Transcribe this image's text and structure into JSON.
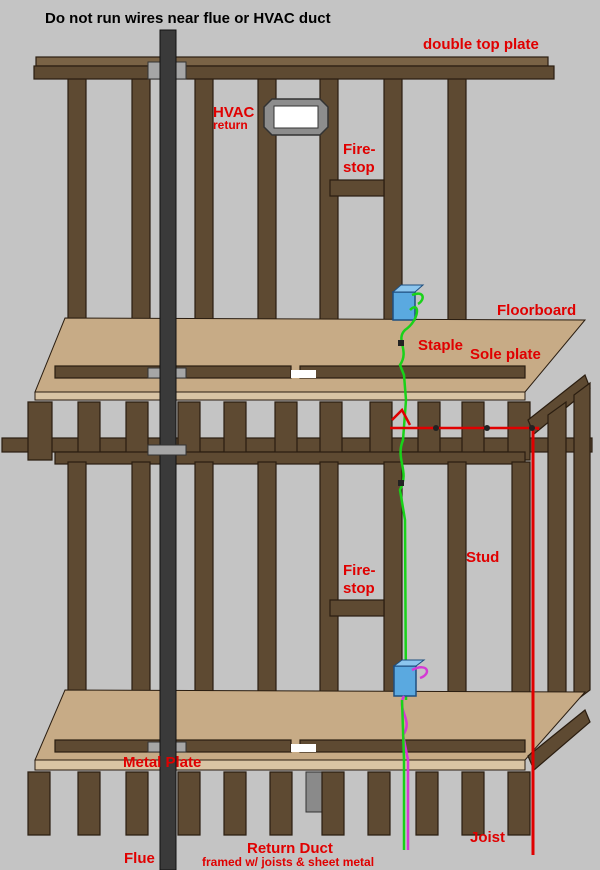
{
  "title": "Do not run wires near flue or HVAC duct",
  "labels": {
    "double_top_plate": "double top plate",
    "hvac_line1": "HVAC",
    "hvac_line2": "return",
    "firestop_top_line1": "Fire-",
    "firestop_top_line2": "stop",
    "floorboard": "Floorboard",
    "staple": "Staple",
    "sole_plate": "Sole plate",
    "stud": "Stud",
    "firestop_bottom_line1": "Fire-",
    "firestop_bottom_line2": "stop",
    "metal_plate": "Metal Plate",
    "joist": "Joist",
    "flue": "Flue",
    "return_duct_line1": "Return Duct",
    "return_duct_line2": "framed w/ joists & sheet metal"
  },
  "colors": {
    "background": "#c4c4c4",
    "wood": "#5e4a32",
    "wood_outline": "#2a1d10",
    "floorboard": "#c7ab86",
    "flue": "#3a3a3a",
    "label_red": "#e00000",
    "wire_green": "#19d219",
    "wire_magenta": "#d43ad4",
    "wire_red": "#e00000",
    "electrical_box": "#5aa9e0"
  }
}
